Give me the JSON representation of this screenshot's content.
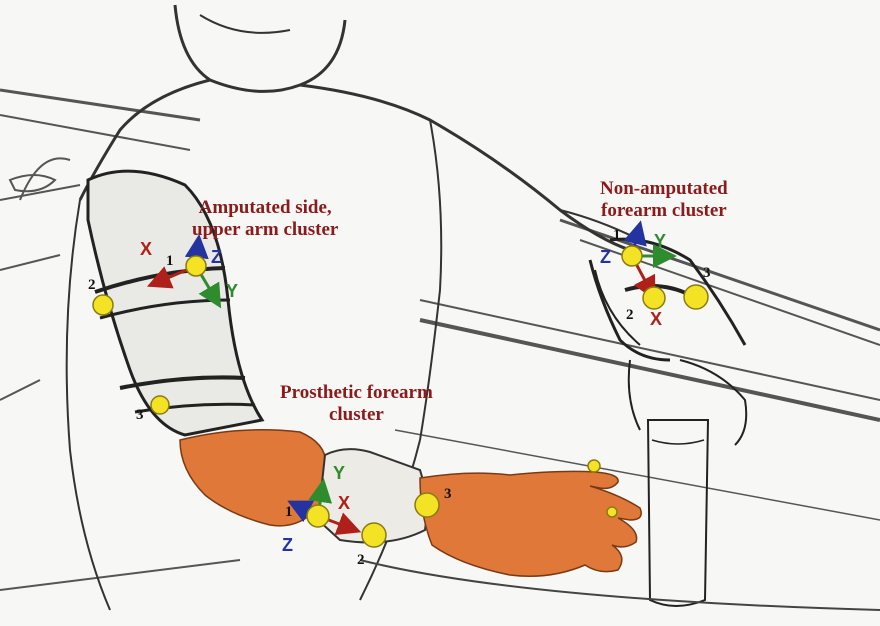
{
  "labels": {
    "upper_arm_cluster": [
      "Amputated side,",
      "upper arm cluster"
    ],
    "forearm_cluster": [
      "Non-amputated",
      "forearm cluster"
    ],
    "prosthetic_cluster": [
      "Prosthetic forearm",
      "cluster"
    ]
  },
  "axes": {
    "x": "X",
    "y": "Y",
    "z": "Z"
  },
  "marker_numbers": {
    "one": "1",
    "two": "2",
    "three": "3"
  },
  "colors": {
    "label_text": "#8b1a1a",
    "axis_x": "#b0201a",
    "axis_y": "#2e8b2e",
    "axis_z": "#2333a0",
    "marker_fill": "#f4e325",
    "prosthesis_fill": "#e0783a"
  }
}
